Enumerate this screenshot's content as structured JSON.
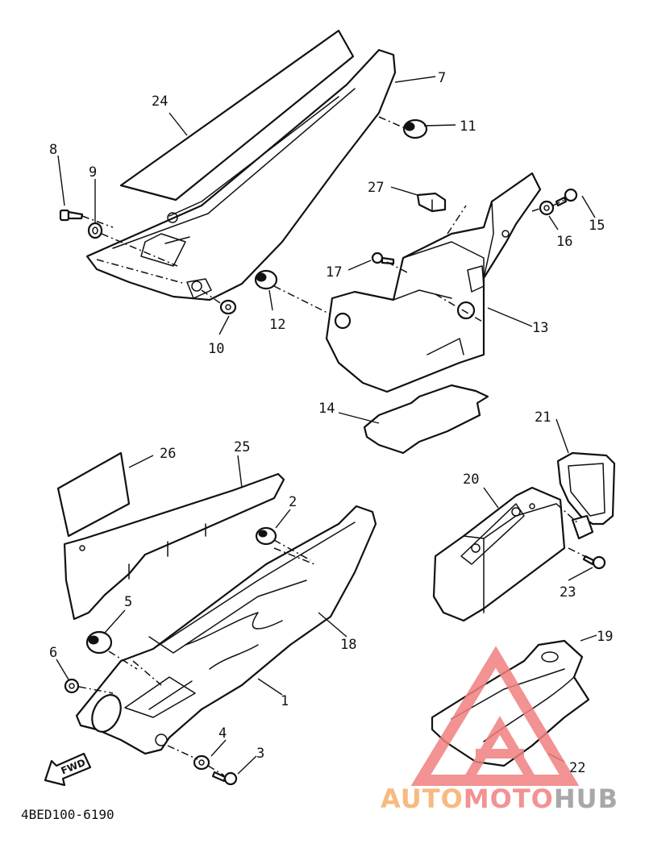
{
  "diagram_code": "4BED100-6190",
  "fwd_label": "FWD",
  "callouts": {
    "c1": "1",
    "c2": "2",
    "c3": "3",
    "c4": "4",
    "c5": "5",
    "c6": "6",
    "c7": "7",
    "c8": "8",
    "c9": "9",
    "c10": "10",
    "c11": "11",
    "c12": "12",
    "c13": "13",
    "c14": "14",
    "c15": "15",
    "c16": "16",
    "c17": "17",
    "c18": "18",
    "c19": "19",
    "c20": "20",
    "c21": "21",
    "c22": "22",
    "c23": "23",
    "c24": "24",
    "c25": "25",
    "c26": "26",
    "c27": "27"
  },
  "watermark": {
    "part1": "AUTO",
    "part2": "MOTO",
    "part3": "HUB",
    "color_auto": "#f5b06a",
    "color_moto": "#f08080",
    "color_hub": "#9a9a9a",
    "triangle_color": "#f08080"
  }
}
